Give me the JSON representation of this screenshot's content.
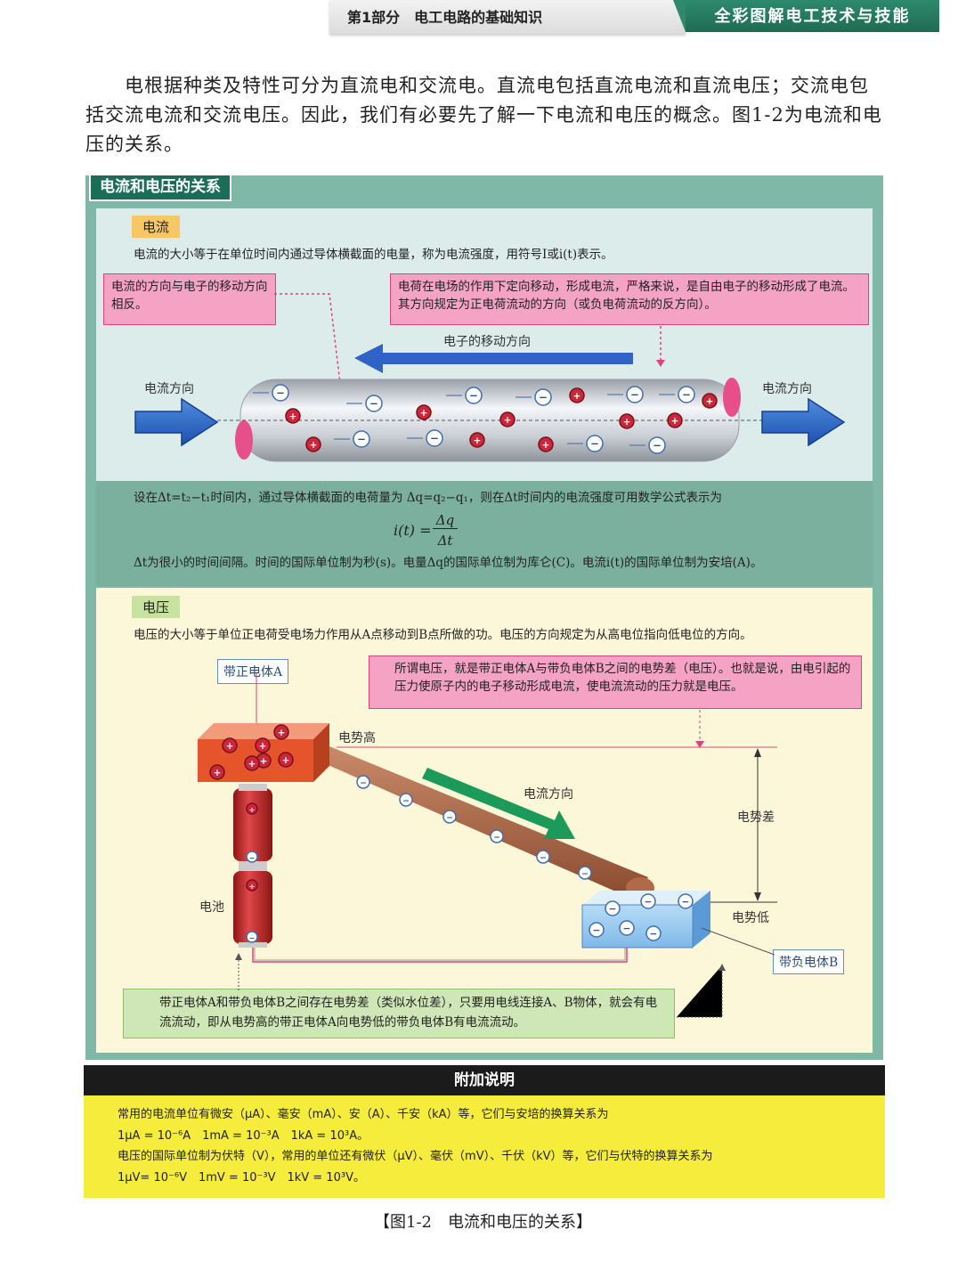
{
  "header": {
    "section": "第1部分　电工电路的基础知识",
    "book": "全彩图解电工技术与技能"
  },
  "intro": "电根据种类及特性可分为直流电和交流电。直流电包括直流电流和直流电压；交流电包括交流电流和交流电压。因此，我们有必要先了解一下电流和电压的概念。图1-2为电流和电压的关系。",
  "panel_title": "电流和电压的关系",
  "current": {
    "tag": "电流",
    "definition": "电流的大小等于在单位时间内通过导体横截面的电量，称为电流强度，用符号I或i(t)表示。",
    "note_left": "电流的方向与电子的移动方向相反。",
    "note_right": "电荷在电场的作用下定向移动，形成电流，严格来说，是自由电子的移动形成了电流。其方向规定为正电荷流动的方向（或负电荷流动的反方向）。",
    "electron_dir": "电子的移动方向",
    "current_dir_left": "电流方向",
    "current_dir_right": "电流方向"
  },
  "formula": {
    "text1": "设在Δt=t₂−t₁时间内，通过导体横截面的电荷量为 Δq=q₂−q₁，则在Δt时间内的电流强度可用数学公式表示为",
    "lhs": "i(t) =",
    "num": "Δq",
    "den": "Δt",
    "text2": "Δt为很小的时间间隔。时间的国际单位制为秒(s)。电量Δq的国际单位制为库仑(C)。电流i(t)的国际单位制为安培(A)。"
  },
  "voltage": {
    "tag": "电压",
    "definition": "电压的大小等于单位正电荷受电场力作用从A点移动到B点所做的功。电压的方向规定为从高电位指向低电位的方向。",
    "label_a": "带正电体A",
    "note_pink": "所谓电压，就是带正电体A与带负电体B之间的电势差（电压）。也就是说，由电引起的压力使原子内的电子移动形成电流，使电流流动的压力就是电压。",
    "high": "电势高",
    "current_dir": "电流方向",
    "diff": "电势差",
    "battery": "电池",
    "low": "电势低",
    "label_b": "带负电体B",
    "note_green": "带正电体A和带负电体B之间存在电势差（类似水位差），只要用电线连接A、B物体，就会有电流流动，即从电势高的带正电体A向电势低的带负电体B有电流流动。"
  },
  "extra": {
    "title": "附加说明",
    "line1": "常用的电流单位有微安（μA）、毫安（mA）、安（A）、千安（kA）等，它们与安培的换算关系为",
    "line2": "1μA = 10⁻⁶A　1mA = 10⁻³A　1kA = 10³A。",
    "line3": "电压的国际单位制为伏特（V），常用的单位还有微伏（μV）、毫伏（mV）、千伏（kV）等，它们与伏特的换算关系为",
    "line4": "1μV= 10⁻⁶V　1mV = 10⁻³V　1kV = 10³V。"
  },
  "caption": "【图1-2　电流和电压的关系】",
  "colors": {
    "accent": "#1a6e58",
    "pink": "#f4a3c4",
    "blue_arrow": "#2f63c8",
    "green_arrow": "#1c9a5a"
  }
}
